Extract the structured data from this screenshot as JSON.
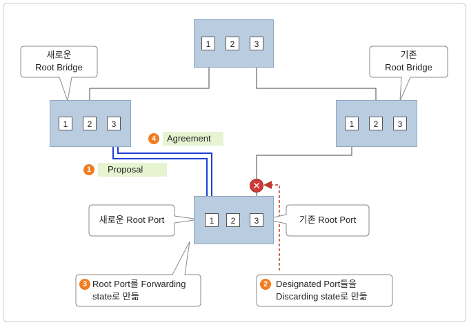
{
  "bridges": {
    "top": {
      "ports": [
        "1",
        "2",
        "3"
      ]
    },
    "left": {
      "ports": [
        "1",
        "2",
        "3"
      ]
    },
    "right": {
      "ports": [
        "1",
        "2",
        "3"
      ]
    },
    "bottom": {
      "ports": [
        "1",
        "2",
        "3"
      ]
    }
  },
  "callouts": {
    "new_root_line1": "새로운",
    "new_root_line2": "Root Bridge",
    "old_root_line1": "기존",
    "old_root_line2": "Root Bridge",
    "new_root_port": "새로운 Root Port",
    "old_root_port": "기존 Root Port",
    "step3_line1": "Root Port를 Forwarding",
    "step3_line2": "state로 만듦",
    "step2_line1": "Designated Port들을",
    "step2_line2": "Discarding state로 만듦"
  },
  "steps": {
    "s1_num": "1",
    "s1_label": "Proposal",
    "s2_num": "2",
    "s3_num": "3",
    "s4_num": "4",
    "s4_label": "Agreement"
  },
  "colors": {
    "switch_fill": "#b9cce0",
    "arrow_blue": "#1f3fd6",
    "dashed_red": "#c0392b",
    "step_orange": "#f07c22",
    "tag_green": "#e6f4d2",
    "blocked_red": "#d03a3a"
  },
  "icons": {
    "blocked": "x-circle-icon"
  }
}
